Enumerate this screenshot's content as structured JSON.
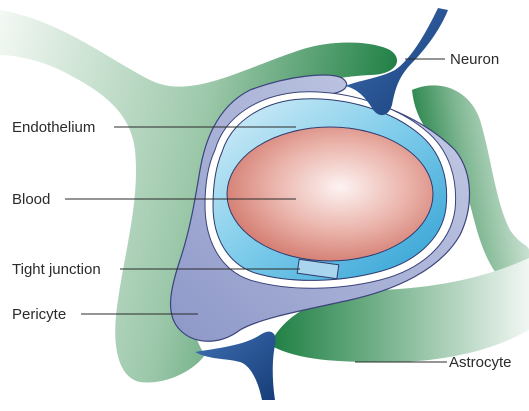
{
  "labels": {
    "neuron": "Neuron",
    "endothelium": "Endothelium",
    "blood": "Blood",
    "tight_junction": "Tight junction",
    "pericyte": "Pericyte",
    "astrocyte": "Astrocyte"
  },
  "colors": {
    "astrocyte_dark": "#1e7f43",
    "astrocyte_light": "#e6f1ea",
    "neuron": "#1f4e8f",
    "pericyte": "#a6b0d6",
    "endothelium_outer": "#3aa7d8",
    "endothelium_inner": "#bfe3f2",
    "blood_center": "#fbefee",
    "blood_edge": "#d7857a",
    "outline": "#2f3a6e"
  }
}
